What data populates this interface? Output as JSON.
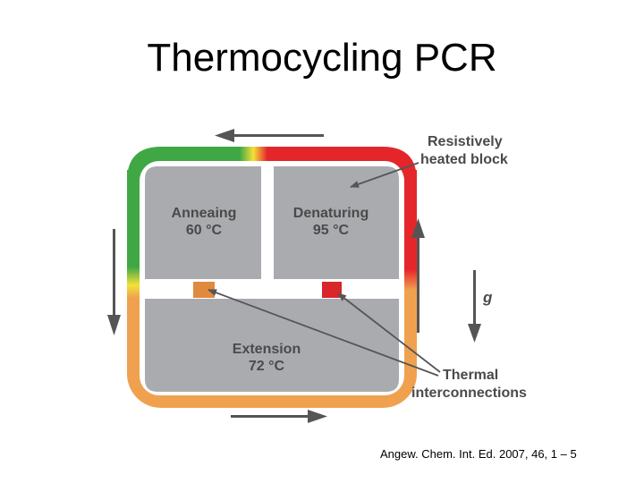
{
  "slide": {
    "title": "Thermocycling PCR",
    "citation": "Angew. Chem. Int. Ed. 2007, 46, 1 – 5"
  },
  "diagram": {
    "chambers": {
      "annealing": {
        "name": "Anneaing",
        "temp": "60 °C"
      },
      "denaturing": {
        "name": "Denaturing",
        "temp": "95 °C"
      },
      "extension": {
        "name": "Extension",
        "temp": "72 °C"
      }
    },
    "labels": {
      "block_line1": "Resistively",
      "block_line2": "heated block",
      "gravity": "g",
      "thermal_line1": "Thermal",
      "thermal_line2": "interconnections"
    },
    "colors": {
      "anneal_channel": "#3fa845",
      "denature_channel": "#e4262a",
      "extension_channel": "#f0a150",
      "chamber_fill": "#a9abae",
      "divider": "#ffffff",
      "arrow": "#555555"
    }
  }
}
